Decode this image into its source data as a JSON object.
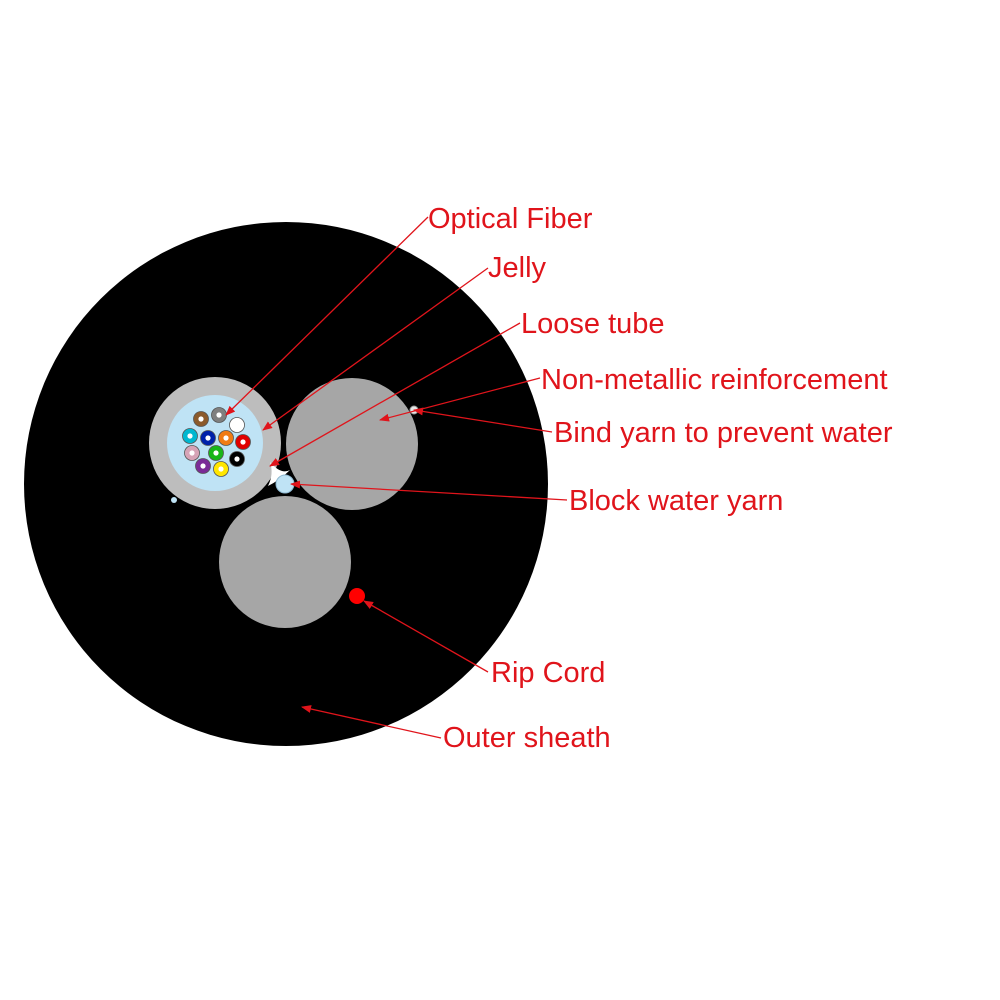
{
  "colors": {
    "background": "#ffffff",
    "sheath": "#000000",
    "reinforcement": "#a6a6a6",
    "loose_tube": "#bdbdbd",
    "jelly": "#bfe3f5",
    "yarn": "#bfe3f5",
    "callout": "#e0141b",
    "rip_cord": "#ff0000"
  },
  "fiber_colors": [
    "#8b5a2b",
    "#7f7f7f",
    "#ffffff",
    "#00b7d0",
    "#0022aa",
    "#f07b14",
    "#e00000",
    "#d6a3b6",
    "#18b518",
    "#000000",
    "#7a2b97",
    "#ffe600"
  ],
  "labels": {
    "optical_fiber": "Optical Fiber",
    "jelly": "Jelly",
    "loose_tube": "Loose tube",
    "non_metallic_reinforcement": "Non-metallic reinforcement",
    "bind_yarn": "Bind yarn to prevent water",
    "block_water_yarn": "Block water yarn",
    "rip_cord": "Rip Cord",
    "outer_sheath": "Outer sheath"
  }
}
